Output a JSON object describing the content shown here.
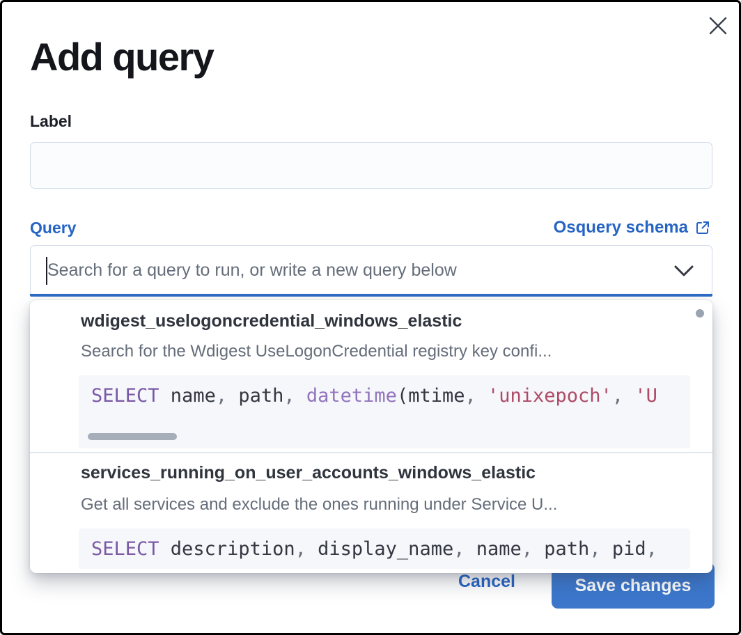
{
  "modal": {
    "title": "Add query"
  },
  "form": {
    "label_field": {
      "label": "Label",
      "value": "",
      "placeholder": ""
    },
    "query_field": {
      "label": "Query",
      "schema_link_label": "Osquery schema",
      "search_placeholder": "Search for a query to run, or write a new query below",
      "search_value": ""
    }
  },
  "dropdown": {
    "options": [
      {
        "title": "wdigest_uselogoncredential_windows_elastic",
        "description": "Search for the Wdigest UseLogonCredential registry key confi...",
        "code_tokens": [
          {
            "t": "SELECT",
            "c": "kw"
          },
          {
            "t": " name",
            "c": "pln"
          },
          {
            "t": ", ",
            "c": "pun"
          },
          {
            "t": "path",
            "c": "pln"
          },
          {
            "t": ", ",
            "c": "pun"
          },
          {
            "t": "datetime",
            "c": "fn"
          },
          {
            "t": "(",
            "c": "pln"
          },
          {
            "t": "mtime",
            "c": "pln"
          },
          {
            "t": ", ",
            "c": "pun"
          },
          {
            "t": "'unixepoch'",
            "c": "str"
          },
          {
            "t": ", ",
            "c": "pun"
          },
          {
            "t": "'U",
            "c": "str"
          }
        ]
      },
      {
        "title": "services_running_on_user_accounts_windows_elastic",
        "description": "Get all services and exclude the ones running under Service U...",
        "code_tokens": [
          {
            "t": "SELECT",
            "c": "kw"
          },
          {
            "t": " description",
            "c": "pln"
          },
          {
            "t": ", ",
            "c": "pun"
          },
          {
            "t": "display_name",
            "c": "pln"
          },
          {
            "t": ", ",
            "c": "pun"
          },
          {
            "t": "name",
            "c": "pln"
          },
          {
            "t": ", ",
            "c": "pun"
          },
          {
            "t": "path",
            "c": "pln"
          },
          {
            "t": ", ",
            "c": "pun"
          },
          {
            "t": "pid",
            "c": "pln"
          },
          {
            "t": ",",
            "c": "pun"
          }
        ]
      }
    ]
  },
  "footer": {
    "cancel_label": "Cancel",
    "save_label": "Save changes"
  },
  "icons": {
    "close_icon": "x-cross",
    "chevron_down_icon": "chevron-down",
    "external_link_icon": "box-arrow-up-right",
    "caret": "text-cursor"
  },
  "colors": {
    "accent_blue": "#2664c4",
    "button_blue": "#3c77cc",
    "focus_bar_blue": "#2e6bc4",
    "code_keyword": "#7a59a5",
    "code_function": "#9273bd",
    "code_string": "#ae4a66",
    "code_plain": "#343741",
    "code_background": "#f5f7fa",
    "text_dark": "#14161c",
    "text_gray": "#646d79",
    "border_gray": "#d3dce8",
    "scrollbar_gray": "#a6aeba"
  }
}
